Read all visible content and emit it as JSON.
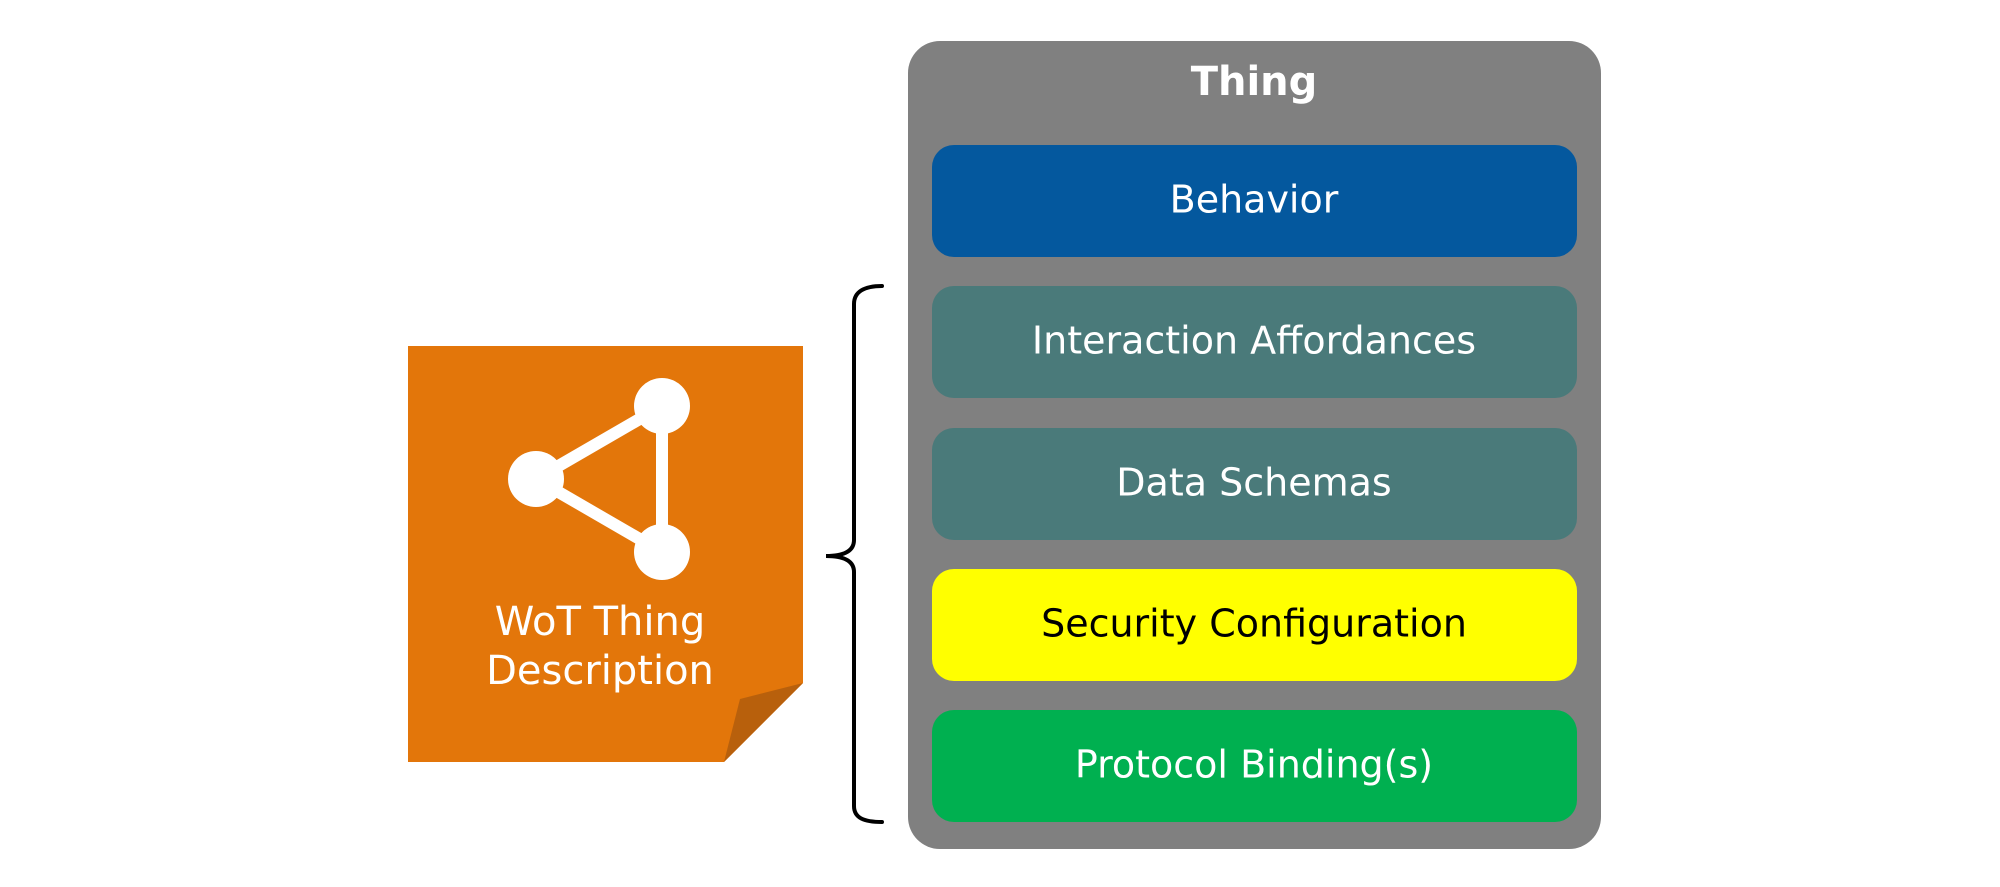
{
  "thing": {
    "title": "Thing",
    "background_color": "#808080",
    "layers": [
      {
        "label": "Behavior",
        "color": "#04589E",
        "text_color": "#FFFFFF"
      },
      {
        "label": "Interaction Affordances",
        "color": "#4A7A7A",
        "text_color": "#FFFFFF"
      },
      {
        "label": "Data Schemas",
        "color": "#4A7A7A",
        "text_color": "#FFFFFF"
      },
      {
        "label": "Security Configuration",
        "color": "#FFFF00",
        "text_color": "#000000"
      },
      {
        "label": "Protocol Binding(s)",
        "color": "#00B050",
        "text_color": "#FFFFFF"
      }
    ]
  },
  "document": {
    "title_line1": "WoT Thing",
    "title_line2": "Description",
    "color": "#E3760A",
    "fold_color": "#B8600C",
    "icon": "share-graph-icon"
  },
  "bracket": {
    "color": "#000000"
  }
}
